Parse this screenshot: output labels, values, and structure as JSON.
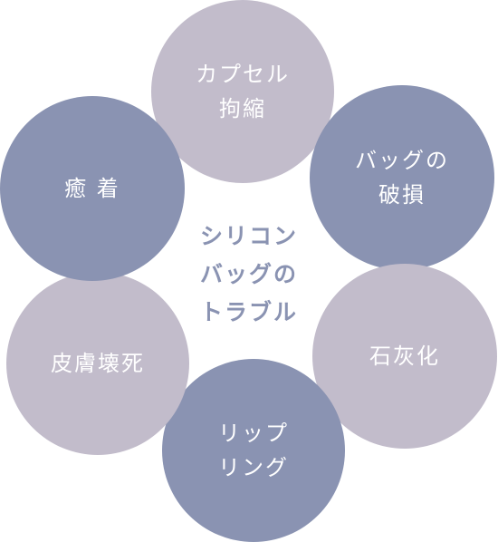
{
  "center": {
    "title": "シリコン\nバッグの\nトラブル"
  },
  "circles": [
    {
      "label": "カプセル\n拘縮",
      "color": "#c2bccb"
    },
    {
      "label": "バッグの\n破損",
      "color": "#8a93b2"
    },
    {
      "label": "石灰化",
      "color": "#c2bccb"
    },
    {
      "label": "リップ\nリング",
      "color": "#8a93b2"
    },
    {
      "label": "皮膚壊死",
      "color": "#c2bccb"
    },
    {
      "label": "癒 着",
      "color": "#8a93b2"
    }
  ]
}
